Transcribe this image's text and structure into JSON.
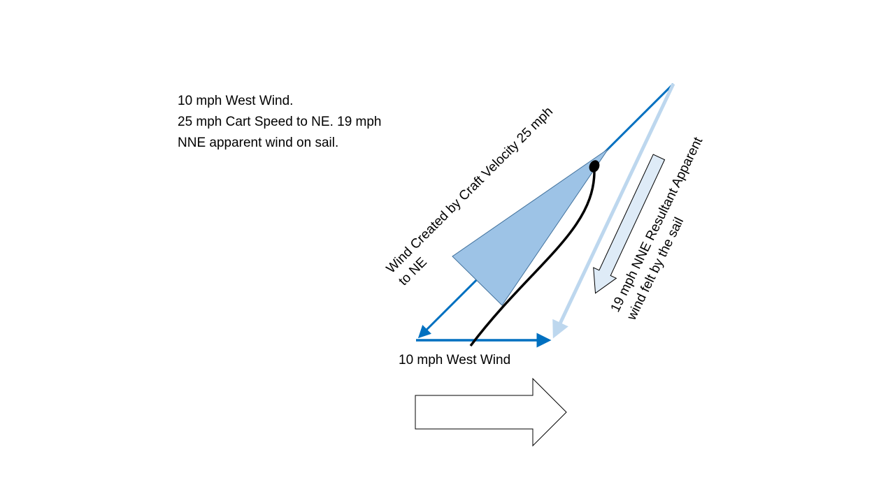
{
  "note": {
    "lines": [
      "10 mph West Wind.",
      "25 mph Cart Speed to NE. 19 mph",
      "NNE apparent wind on sail."
    ]
  },
  "labels": {
    "craft_wind_line1": "Wind Created by Craft Velocity 25 mph",
    "craft_wind_line2": "to NE",
    "apparent_line1": "19 mph NNE Resultant Apparent",
    "apparent_line2": "wind felt by the sail",
    "west_wind": "10 mph West Wind"
  },
  "colors": {
    "vector_blue": "#0070C0",
    "resultant_light_blue": "#BDD7EE",
    "sail_fill": "#9DC3E6",
    "hollow_arrow_fill": "#DEEBF7"
  }
}
